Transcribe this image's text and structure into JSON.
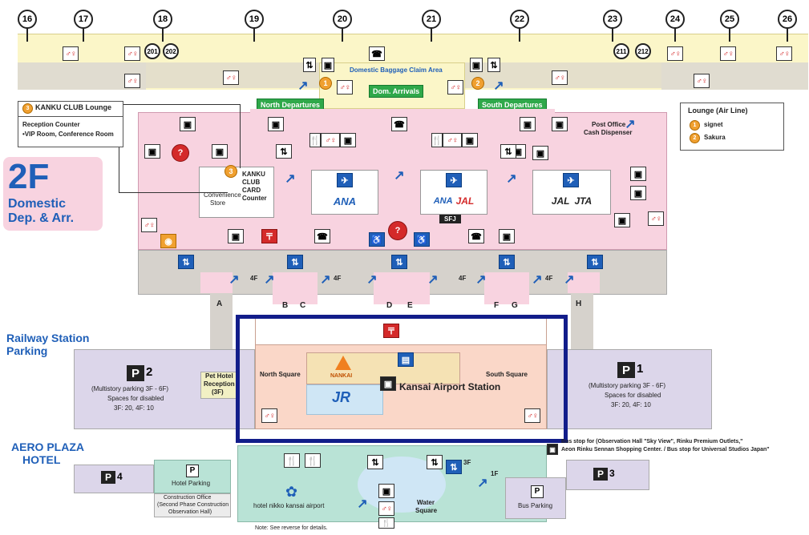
{
  "floor": {
    "number": "2F",
    "subtitle_line1": "Domestic",
    "subtitle_line2": "Dep. & Arr."
  },
  "gates": {
    "g16": "16",
    "g17": "17",
    "g18": "18",
    "g19": "19",
    "g20": "20",
    "g21": "21",
    "g22": "22",
    "g23": "23",
    "g24": "24",
    "g25": "25",
    "g26": "26"
  },
  "spots": {
    "s201": "201",
    "s202": "202",
    "s211": "211",
    "s212": "212"
  },
  "labels": {
    "north_departures": "North Departures",
    "south_departures": "South Departures",
    "dom_arrivals": "Dom. Arrivals",
    "baggage_claim": "Domestic Baggage Claim Area",
    "post_office_line1": "Post Office",
    "post_office_line2": "Cash Dispenser",
    "convenience_line1": "Convenience",
    "convenience_line2": "Store",
    "kanku_card_line1": "KANKU",
    "kanku_card_line2": "CLUB",
    "kanku_card_line3": "CARD",
    "kanku_card_line4": "Counter",
    "railway_line1": "Railway Station",
    "railway_line2": "Parking",
    "aero_line1": "AERO PLAZA",
    "aero_line2": "HOTEL",
    "north_square": "North Square",
    "south_square": "South Square",
    "kansai_station": "Kansai Airport Station",
    "pet_line1": "Pet Hotel",
    "pet_line2": "Reception",
    "pet_line3": "(3F)",
    "hotel_parking": "Hotel Parking",
    "construction_line1": "Construction Office",
    "construction_line2": "(Second Phase Construction",
    "construction_line3": "Observation Hall)",
    "bus_parking": "Bus Parking",
    "hotel_nikko": "hotel nikko kansai airport",
    "water_square_line1": "Water",
    "water_square_line2": "Square",
    "note": "Note: See reverse for details.",
    "bus_stop_line1": "Bus stop for (Observation Hall \"Sky View\", Rinku Premium Outlets,\"",
    "bus_stop_line2": "Aeon Rinku Sennan Shopping Center. / Bus stop for Universal Studios Japan\"",
    "floor_4f": "4F",
    "floor_1f": "1F",
    "floor_3f": "3F"
  },
  "kanku_legend": {
    "title": "KANKU CLUB Lounge",
    "line1": "Reception Counter",
    "line2": "•VIP Room, Conference Room",
    "badge": "3"
  },
  "lounge_legend": {
    "title": "Lounge (Air Line)",
    "items": [
      {
        "badge": "1",
        "name": "signet"
      },
      {
        "badge": "2",
        "name": "Sakura"
      }
    ]
  },
  "parking": {
    "p1": {
      "letter": "P",
      "num": "1",
      "line1": "(Multistory parking 3F - 6F)",
      "line2": "Spaces for disabled",
      "line3": "3F: 20, 4F: 10"
    },
    "p2": {
      "letter": "P",
      "num": "2",
      "line1": "(Multistory parking 3F - 6F)",
      "line2": "Spaces for disabled",
      "line3": "3F: 20, 4F: 10"
    },
    "p3": {
      "letter": "P",
      "num": "3"
    },
    "p4": {
      "letter": "P",
      "num": "4"
    },
    "hotel_p": "P",
    "bus_p": "P"
  },
  "airlines": {
    "ana": "ANA",
    "ana2": "ANA",
    "jal1": "JAL",
    "jal2": "JAL",
    "jta": "JTA",
    "skymark": "SFJ"
  },
  "rail": {
    "nankai": "NANKAI",
    "jr": "JR"
  },
  "walkway_letters": [
    "A",
    "B",
    "C",
    "D",
    "E",
    "F",
    "G",
    "H"
  ],
  "icons": {
    "info": "?",
    "wc": "♂♀",
    "phone": "☎",
    "elevator": "⇅",
    "escalator": "↗",
    "restaurant": "☠",
    "shop": "▣",
    "accessible": "♿"
  },
  "colors": {
    "terminal_pink": "#f8d3e0",
    "gate_cream": "#fbf6c8",
    "walkway_grey": "#d6d2cc",
    "parking_lavender": "#dcd6ea",
    "station_salmon": "#fad7c8",
    "hotel_teal": "#b9e3d6",
    "highlight_navy": "#121d8a",
    "tag_green": "#2fa84a",
    "title_blue": "#1f5fb8"
  }
}
